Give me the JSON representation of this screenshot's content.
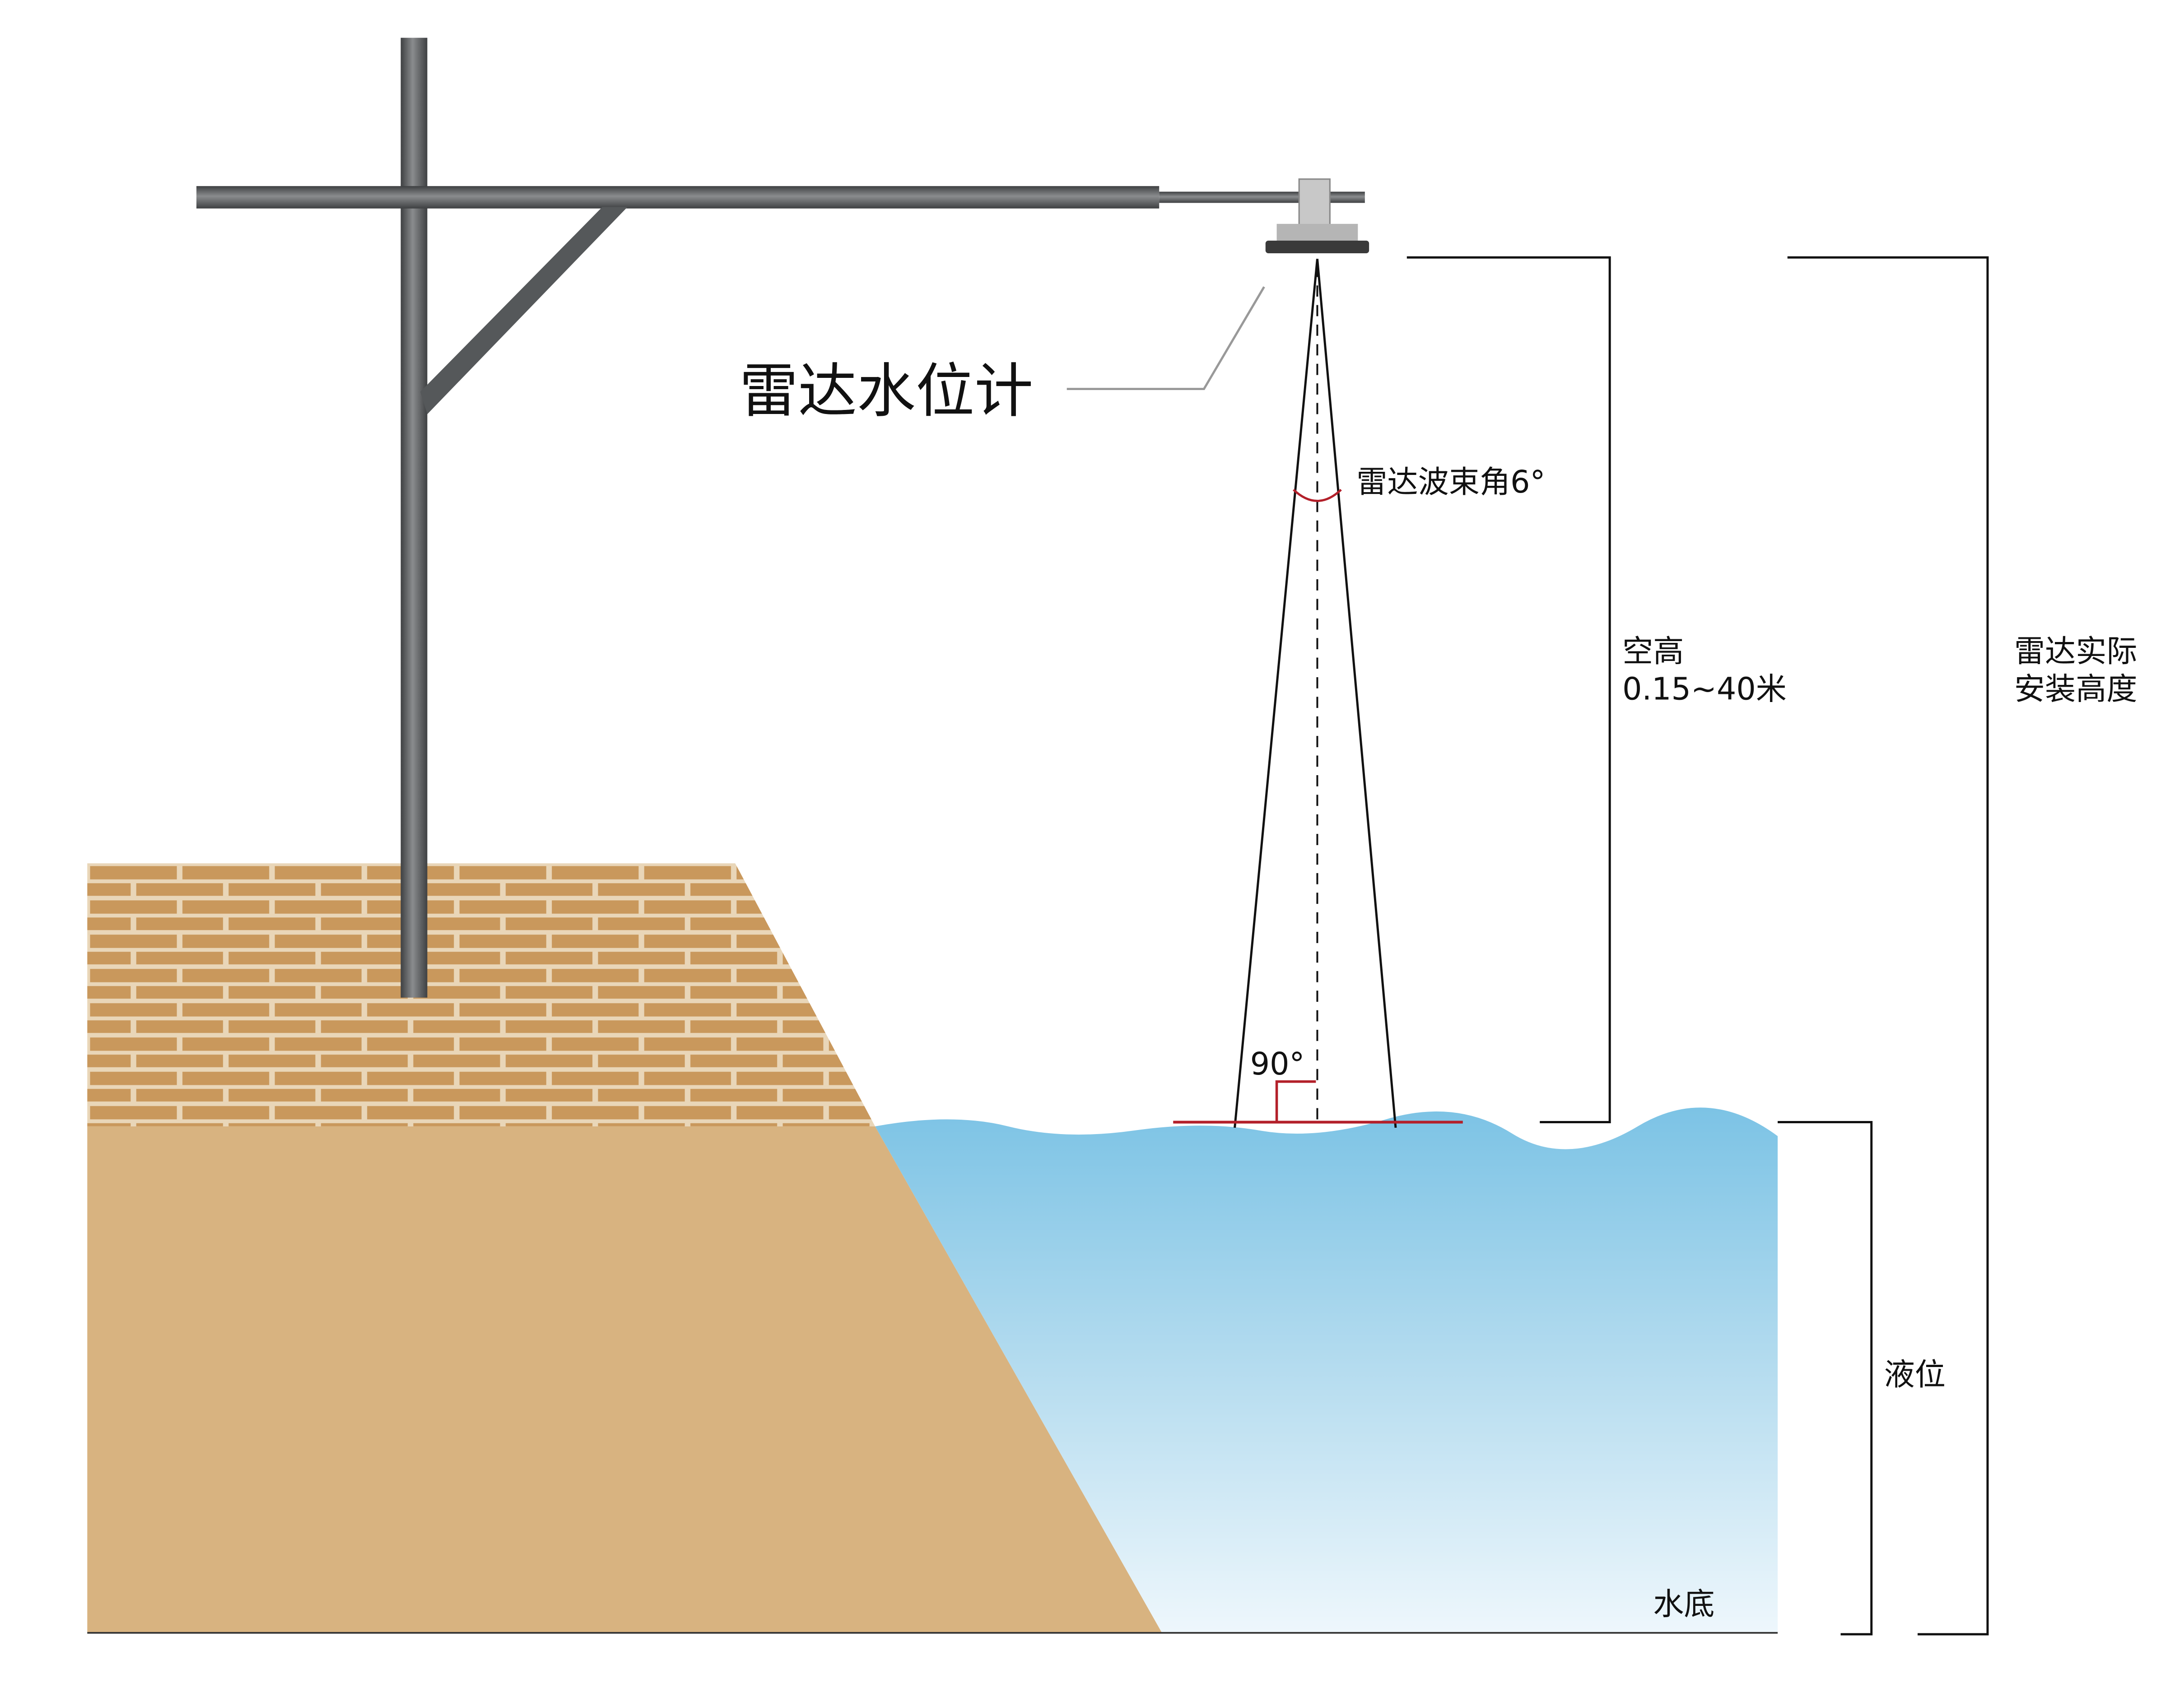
{
  "labels": {
    "device": "雷达水位计",
    "beam_angle": "雷达波束角6°",
    "right_angle": "90°",
    "air_gap_title": "空高",
    "air_gap_range": "0.15~40米",
    "install_height_line1": "雷达实际",
    "install_height_line2": "安装高度",
    "liquid_level": "液位",
    "water_bottom": "水底"
  },
  "colors": {
    "pole": "#5f6163",
    "brick": "#c9985c",
    "mortar": "#e9d6b8",
    "soil": "#d8b380",
    "water_top": "#7cc3e5",
    "water_bottom": "#eef7fc",
    "accent_red": "#b3202a"
  }
}
